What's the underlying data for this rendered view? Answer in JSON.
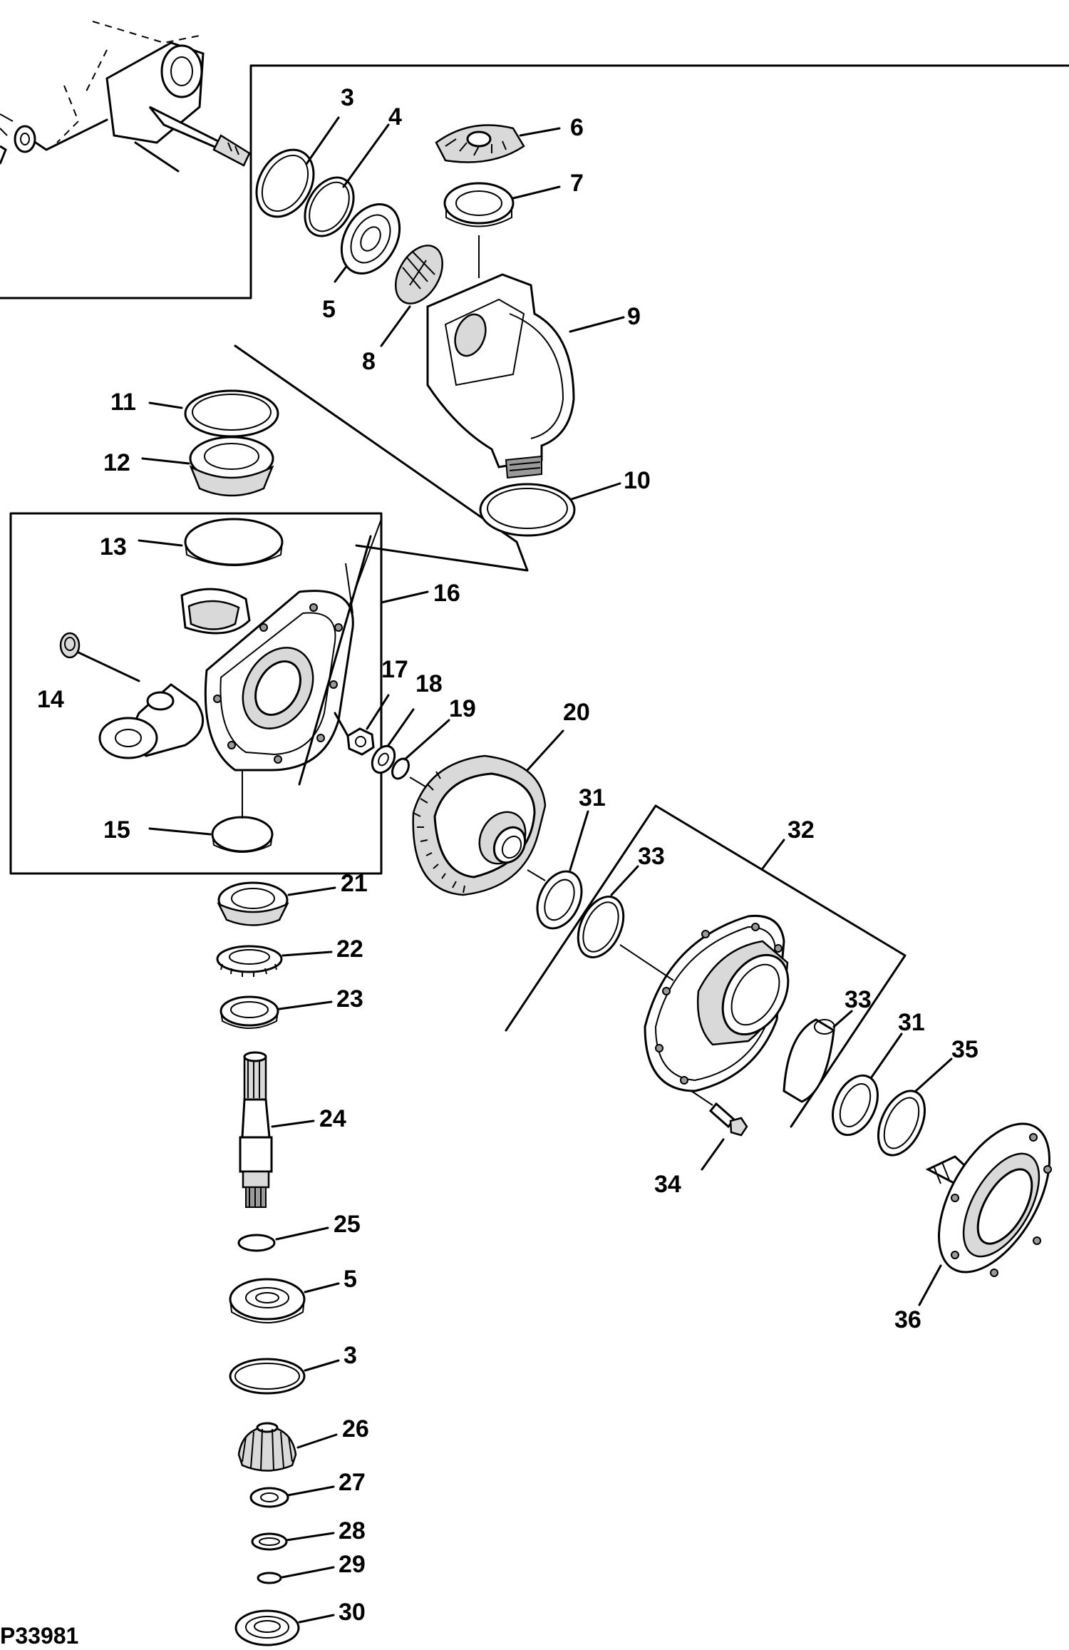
{
  "figure_code": "P33981",
  "labels": {
    "l3a": "3",
    "l4": "4",
    "l5a": "5",
    "l6": "6",
    "l7": "7",
    "l8": "8",
    "l9": "9",
    "l10": "10",
    "l11": "11",
    "l12": "12",
    "l13": "13",
    "l14": "14",
    "l15": "15",
    "l16": "16",
    "l17": "17",
    "l18": "18",
    "l19": "19",
    "l20": "20",
    "l21": "21",
    "l22": "22",
    "l23": "23",
    "l24": "24",
    "l25": "25",
    "l5b": "5",
    "l3b": "3",
    "l26": "26",
    "l27": "27",
    "l28": "28",
    "l29": "29",
    "l30": "30",
    "l31a": "31",
    "l32": "32",
    "l33a": "33",
    "l33b": "33",
    "l31b": "31",
    "l35": "35",
    "l34": "34",
    "l36": "36"
  }
}
